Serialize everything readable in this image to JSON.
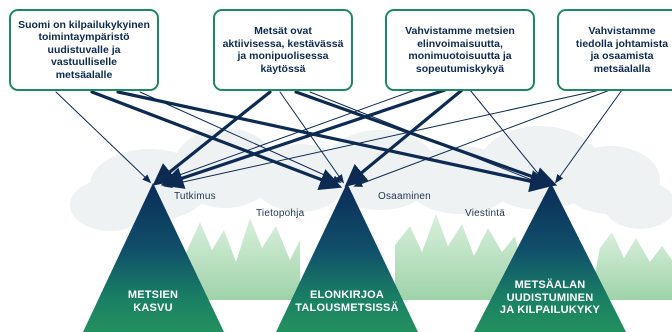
{
  "goals": [
    {
      "id": "g1",
      "text": "Suomi on kilpailukykyinen\ntoimintaympäristö\nuudistuvalle ja vastuulliselle\nmetsäalalle"
    },
    {
      "id": "g2",
      "text": "Metsät ovat\naktiivisessa, kestävässä\nja monipuolisessa\nkäytössä"
    },
    {
      "id": "g3",
      "text": "Vahvistamme metsien\nelinvoimaisuutta,\nmonimuotoisuutta ja\nsopeutumiskykyä"
    },
    {
      "id": "g4",
      "text": "Vahvistamme\ntiedolla johtamista\nja osaamista\nmetsäalalla"
    }
  ],
  "peaks": [
    {
      "id": "p1",
      "text": "METSIEN\nKASVU"
    },
    {
      "id": "p2",
      "text": "ELONKIRJOA\nTALOUSMETSISSÄ"
    },
    {
      "id": "p3",
      "text": "METSÄALAN\nUUDISTUMINEN\nJA KILPAILUKYKY"
    }
  ],
  "themes": {
    "tutkimus": "Tutkimus",
    "tietopohja": "Tietopohja",
    "osaaminen": "Osaaminen",
    "viestinta": "Viestintä"
  },
  "colors": {
    "navy": "#0d2a52",
    "green": "#1e8a62",
    "forest_light": "#bfe3c6",
    "cloud": "#f1f4f5"
  }
}
